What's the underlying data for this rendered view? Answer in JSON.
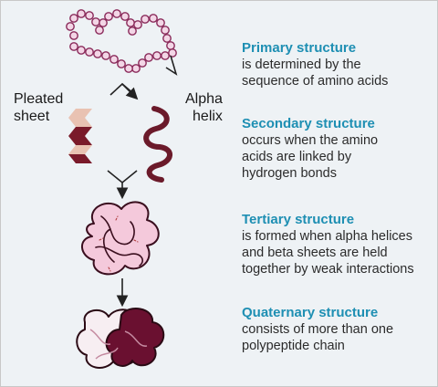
{
  "labels": {
    "pleated": [
      "Pleated",
      "sheet"
    ],
    "alpha": [
      "Alpha",
      "helix"
    ]
  },
  "structures": [
    {
      "title": "Primary structure",
      "lines": [
        "is determined by the",
        "sequence of amino acids"
      ]
    },
    {
      "title": "Secondary structure",
      "lines": [
        "occurs when the amino",
        "acids are linked by",
        "hydrogen bonds"
      ]
    },
    {
      "title": "Tertiary structure",
      "lines": [
        "is formed when alpha helices",
        "and beta sheets are held",
        "together by weak interactions"
      ]
    },
    {
      "title": "Quaternary structure",
      "lines": [
        "consists of more than one",
        "polypeptide chain"
      ]
    }
  ],
  "colors": {
    "background": "#eef2f5",
    "title": "#1e8fb3",
    "bead_fill": "#f3d6e6",
    "bead_stroke": "#8a2a5a",
    "helix": "#6b1a2a",
    "sheet_light": "#e9c2b2",
    "sheet_dark": "#7a1a2a",
    "tertiary_fill": "#f4c9db",
    "quaternary_dark": "#6a1030"
  }
}
